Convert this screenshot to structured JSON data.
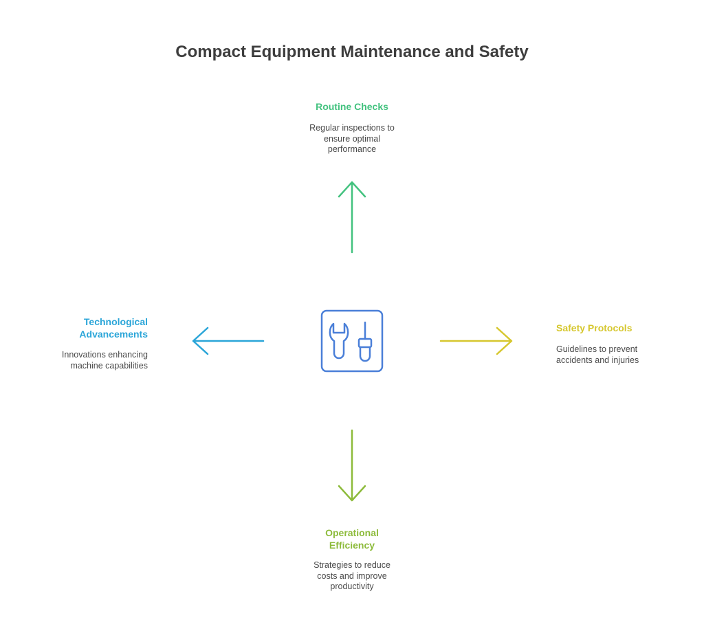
{
  "title": "Compact Equipment Maintenance and Safety",
  "center_icon": {
    "name": "wrench-screwdriver-icon",
    "color": "#4a7fd8"
  },
  "nodes": {
    "top": {
      "heading": "Routine Checks",
      "description_lines": [
        "Regular inspections to",
        "ensure optimal",
        "performance"
      ],
      "color": "#43c27f"
    },
    "left": {
      "heading_lines": [
        "Technological",
        "Advancements"
      ],
      "description_lines": [
        "Innovations enhancing",
        "machine capabilities"
      ],
      "color": "#2aa5d8"
    },
    "right": {
      "heading": "Safety Protocols",
      "description_lines": [
        "Guidelines to prevent",
        "accidents and injuries"
      ],
      "color": "#d6c72e"
    },
    "bottom": {
      "heading_lines": [
        "Operational",
        "Efficiency"
      ],
      "description_lines": [
        "Strategies to reduce",
        "costs and improve",
        "productivity"
      ],
      "color": "#8dbb3b"
    }
  }
}
